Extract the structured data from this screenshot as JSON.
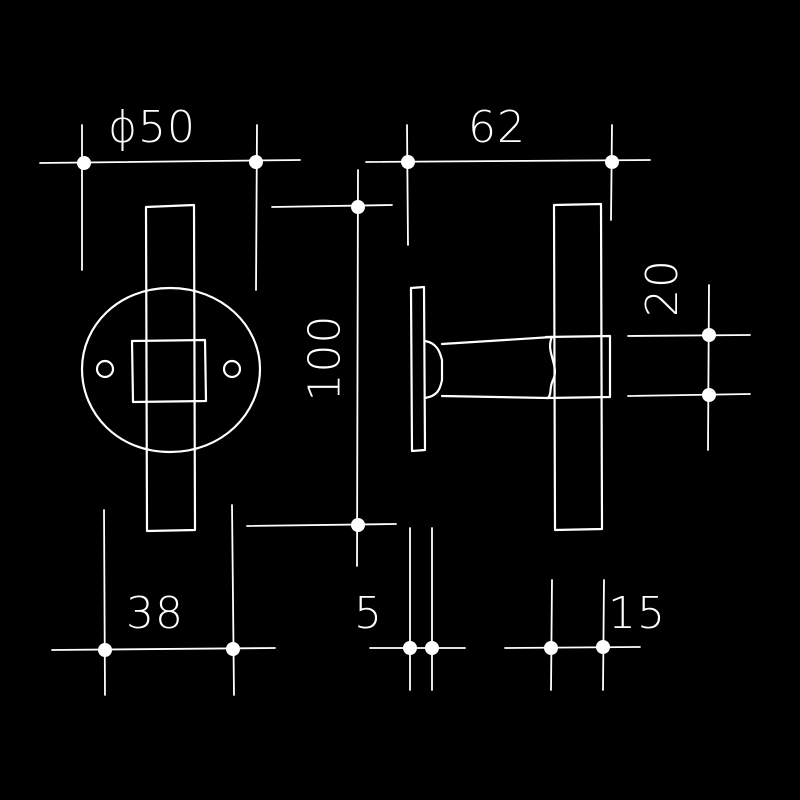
{
  "drawing": {
    "background": "#000000",
    "line_color": "#ffffff",
    "dimensions": {
      "rose_diameter": "ϕ50",
      "projection": "62",
      "handle_length": "100",
      "grip_width": "20",
      "handle_width": "38",
      "rose_thickness": "5",
      "sleeve_width": "15"
    }
  }
}
